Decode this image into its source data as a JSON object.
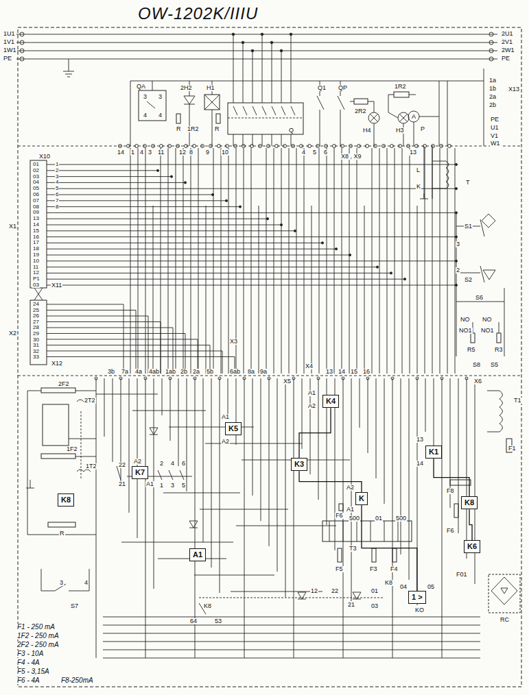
{
  "diagram": {
    "title": "OW-1202K/IIIU",
    "nodes": [
      {
        "text": [
          "K7"
        ]
      },
      {
        "text": [
          "K5"
        ]
      },
      {
        "text": [
          "K4"
        ]
      },
      {
        "text": [
          "K3"
        ]
      },
      {
        "text": [
          "K1"
        ]
      },
      {
        "text": [
          "K"
        ]
      },
      {
        "text": [
          "K8"
        ]
      },
      {
        "text": [
          "K8"
        ]
      },
      {
        "text": [
          "A1"
        ]
      },
      {
        "text": [
          "K6"
        ]
      },
      {
        "text": [
          "1 >"
        ]
      }
    ],
    "edges": [
      {
        "from": 2,
        "to": 3,
        "arrow": "none"
      },
      {
        "from": 3,
        "to": 5,
        "arrow": "none"
      },
      {
        "from": 4,
        "to": 6,
        "arrow": "none"
      },
      {
        "from": 6,
        "to": 9,
        "arrow": "none"
      },
      {
        "from": 5,
        "to": 10,
        "arrow": "none"
      }
    ],
    "labels": [
      "1U1",
      "1V1",
      "1W1",
      "PE",
      "2U1",
      "2V1",
      "2W1",
      "PE",
      "1a",
      "1b",
      "2a",
      "2b",
      "X13",
      "PE",
      "U1",
      "V1",
      "W1",
      "QA",
      "3",
      "3",
      "4",
      "4",
      "2H2",
      "H1",
      "R",
      "1R2",
      "R",
      "Q",
      "Q1",
      "QP",
      "2R2",
      "H4",
      "1R2",
      "H3",
      "A",
      "P",
      "X8 , X9",
      "14",
      "1",
      "4",
      "3",
      "11",
      "12",
      "8",
      "9",
      "10",
      "4",
      "5",
      "6",
      "13",
      "L",
      "K",
      "T",
      "X10",
      "X1",
      "X11",
      "X2",
      "X12",
      "X3",
      "01",
      "02",
      "03",
      "04",
      "05",
      "06",
      "07",
      "08",
      "09",
      "13",
      "14",
      "15",
      "16",
      "17",
      "18",
      "19",
      "10",
      "11",
      "12",
      "P1",
      "03",
      "1",
      "2",
      "3",
      "4",
      "5",
      "6",
      "7",
      "8",
      "24",
      "25",
      "26",
      "27",
      "28",
      "29",
      "30",
      "31",
      "32",
      "33",
      "S1",
      "S2",
      "S6",
      "NO",
      "NO",
      "NO1",
      "NO1",
      "R5",
      "R3",
      "S8",
      "S5",
      "3",
      "2",
      "X5",
      "X4",
      "X6",
      "3b",
      "7a",
      "4a",
      "4ab",
      "1ab",
      "2b",
      "2a",
      "5b",
      "6ab",
      "8a",
      "9a",
      "13",
      "14",
      "15",
      "16",
      "2F2",
      "2T2",
      "1F2",
      "1T2",
      "R",
      "S7",
      "3",
      "4",
      "22",
      "21",
      "A2",
      "A1",
      "2",
      "4",
      "6",
      "1",
      "3",
      "5",
      "A1",
      "A2",
      "A1",
      "A2",
      "13",
      "14",
      "T1",
      "F1",
      "A2",
      "A1",
      "F8",
      "F6",
      "F6",
      "T3",
      "F5",
      "F3",
      "F4",
      "500",
      "01",
      "500",
      "F01",
      "RC",
      "K8",
      "K8",
      "64",
      "53",
      "12",
      "22",
      "21",
      "01",
      "03",
      "04",
      "05",
      "KO",
      "F1 - 250 mA",
      "1F2 - 250 mA",
      "2F2 - 250 mA",
      "F3 - 10A",
      "F4 - 4A",
      "F5 - 3,15A",
      "F6 - 4A",
      "F8-250mA"
    ]
  }
}
